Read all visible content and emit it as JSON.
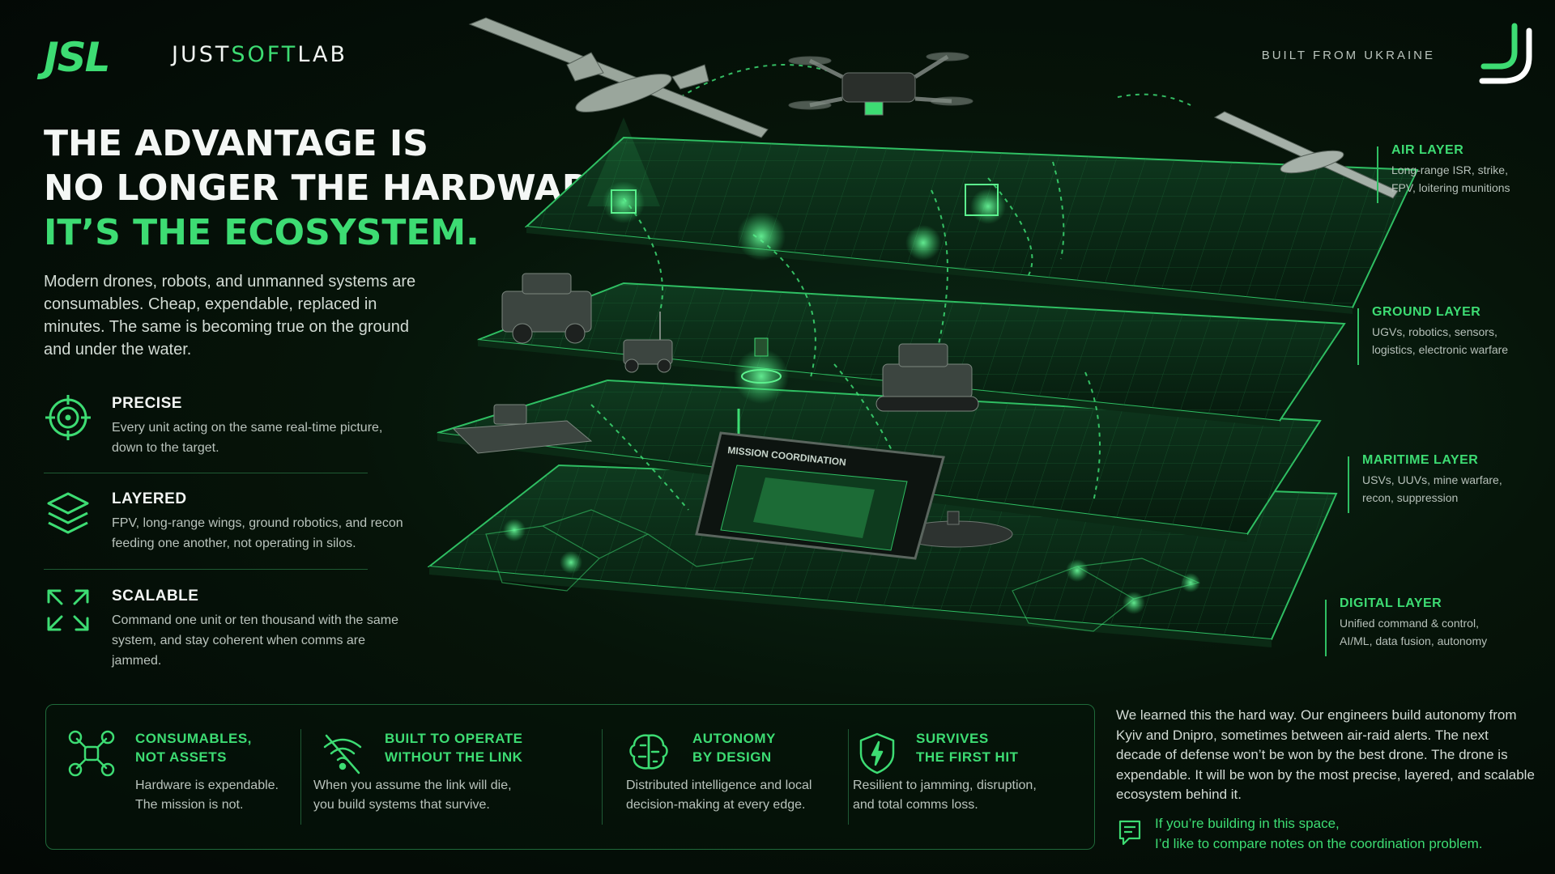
{
  "header": {
    "logo_mark": "JSL",
    "brand_a": "JUST",
    "brand_b": "SOFT",
    "brand_c": "LAB",
    "built_from": "BUILT FROM UKRAINE"
  },
  "headline": {
    "line1": "THE ADVANTAGE IS",
    "line2": "NO LONGER THE HARDWARE.",
    "line3": "IT’S THE ECOSYSTEM."
  },
  "intro": "Modern drones, robots, and unmanned systems are consumables. Cheap, expendable, replaced in minutes. The same is becoming true on the ground and under the water.",
  "features": [
    {
      "title": "PRECISE",
      "icon": "crosshair-icon",
      "desc": "Every unit acting on the same real-time picture, down to the target."
    },
    {
      "title": "LAYERED",
      "icon": "layers-icon",
      "desc": "FPV, long-range wings, ground robotics, and recon feeding one another, not operating in silos."
    },
    {
      "title": "SCALABLE",
      "icon": "expand-arrows-icon",
      "desc": "Command one unit or ten thousand with the same system, and stay coherent when comms are jammed."
    }
  ],
  "layers": [
    {
      "title": "AIR LAYER",
      "desc1": "Long-range ISR, strike,",
      "desc2": "FPV, loitering munitions"
    },
    {
      "title": "GROUND LAYER",
      "desc1": "UGVs, robotics, sensors,",
      "desc2": "logistics, electronic warfare"
    },
    {
      "title": "MARITIME LAYER",
      "desc1": "USVs, UUVs, mine warfare,",
      "desc2": "recon, suppression"
    },
    {
      "title": "DIGITAL LAYER",
      "desc1": "Unified command & control,",
      "desc2": "AI/ML, data fusion, autonomy"
    }
  ],
  "tablet_label": "MISSION COORDINATION",
  "cards": [
    {
      "t1": "CONSUMABLES,",
      "t2": "NOT ASSETS",
      "d1": "Hardware is expendable.",
      "d2": "The mission is not.",
      "icon": "drone-icon"
    },
    {
      "t1": "BUILT TO OPERATE",
      "t2": "WITHOUT THE LINK",
      "d1": "When you assume the link will die,",
      "d2": "you build systems that survive.",
      "icon": "no-signal-icon"
    },
    {
      "t1": "AUTONOMY",
      "t2": "BY DESIGN",
      "d1": "Distributed intelligence and local",
      "d2": "decision-making at every edge.",
      "icon": "brain-icon"
    },
    {
      "t1": "SURVIVES",
      "t2": "THE FIRST HIT",
      "d1": "Resilient to jamming, disruption,",
      "d2": "and total comms loss.",
      "icon": "shield-icon"
    }
  ],
  "closing": "We learned this the hard way. Our engineers build autonomy from Kyiv and Dnipro, sometimes between air-raid alerts. The next decade of defense won’t be won by the best drone. The drone is expendable. It will be won by the most precise, layered, and scalable ecosystem behind it.",
  "cta": {
    "line1": "If you’re building in this space,",
    "line2": "I’d like to compare notes on the coordination problem.",
    "icon": "chat-icon"
  },
  "colors": {
    "accent": "#3ddc73",
    "background": "#050c07",
    "text": "#e8efe9"
  }
}
